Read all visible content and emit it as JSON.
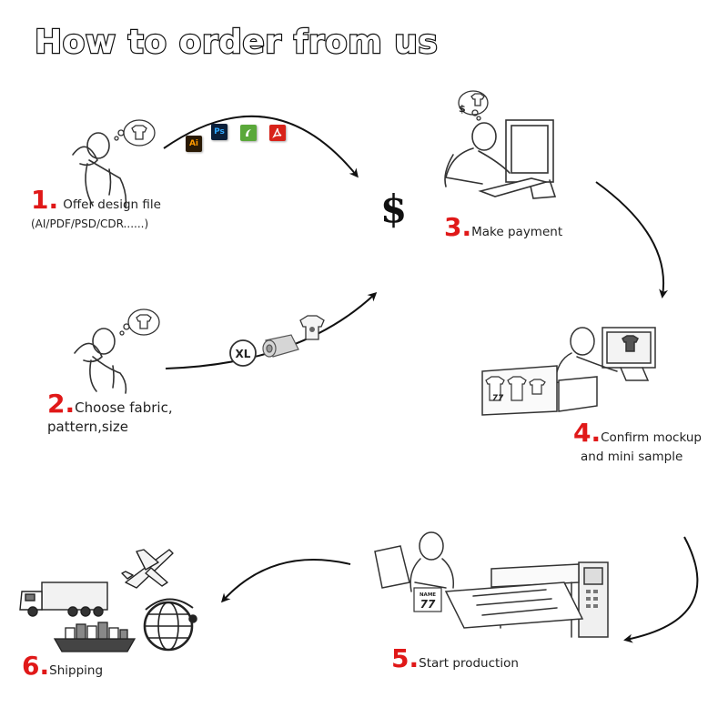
{
  "title": "How to order from us",
  "steps": [
    {
      "num": "1",
      "label": "Offer design file",
      "sub": "(AI/PDF/PSD/CDR......)"
    },
    {
      "num": "2",
      "label": "Choose fabric,",
      "sub": "pattern,size"
    },
    {
      "num": "3",
      "label": "Make payment"
    },
    {
      "num": "4",
      "label": "Confirm mockup",
      "sub": "and mini sample"
    },
    {
      "num": "5",
      "label": "Start production"
    },
    {
      "num": "6",
      "label": "Shipping"
    }
  ],
  "symbols": {
    "dollar": "$",
    "size_badge": "XL",
    "jersey_name": "NAME",
    "jersey_number": "77"
  },
  "app_icons": [
    {
      "name": "illustrator-icon",
      "text": "Ai",
      "color": "#2a1a05",
      "fg": "#ff9a00"
    },
    {
      "name": "photoshop-icon",
      "text": "Ps",
      "color": "#0a1f3a",
      "fg": "#31a8ff"
    },
    {
      "name": "coreldraw-icon",
      "text": "",
      "color": "#5aa83a",
      "fg": "#ffffff"
    },
    {
      "name": "pdf-icon",
      "text": "",
      "color": "#d8231a",
      "fg": "#ffffff"
    }
  ],
  "colors": {
    "step_number": "#e01818",
    "ink": "#222222"
  }
}
